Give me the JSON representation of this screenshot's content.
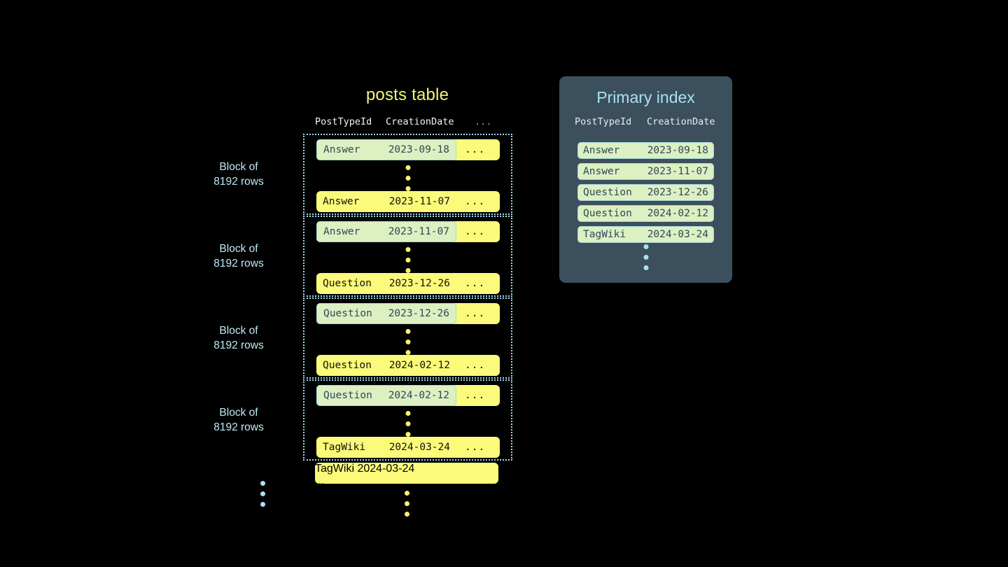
{
  "posts_table": {
    "title": "posts table",
    "columns": {
      "type": "PostTypeId",
      "date": "CreationDate",
      "rest": "..."
    },
    "block_label": "Block of\n8192 rows",
    "row_rest": "...",
    "blocks": [
      {
        "label": "Block of\n8192 rows",
        "first_row": {
          "type": "Answer",
          "date": "2023-09-18",
          "rest": "...",
          "highlighted": true
        },
        "last_row": {
          "type": "Answer",
          "date": "2023-11-07",
          "rest": "...",
          "highlighted": false
        }
      },
      {
        "label": "Block of\n8192 rows",
        "first_row": {
          "type": "Answer",
          "date": "2023-11-07",
          "rest": "...",
          "highlighted": true
        },
        "last_row": {
          "type": "Question",
          "date": "2023-12-26",
          "rest": "...",
          "highlighted": false
        }
      },
      {
        "label": "Block of\n8192 rows",
        "first_row": {
          "type": "Question",
          "date": "2023-12-26",
          "rest": "...",
          "highlighted": true
        },
        "last_row": {
          "type": "Question",
          "date": "2024-02-12",
          "rest": "...",
          "highlighted": false
        }
      },
      {
        "label": "Block of\n8192 rows",
        "first_row": {
          "type": "Question",
          "date": "2024-02-12",
          "rest": "...",
          "highlighted": true
        },
        "last_row": {
          "type": "TagWiki",
          "date": "2024-03-24",
          "rest": "...",
          "highlighted": false
        }
      }
    ],
    "tail_row": {
      "type": "TagWiki",
      "date": "2024-03-24",
      "rest": "...",
      "highlighted": true
    }
  },
  "primary_index": {
    "title": "Primary index",
    "columns": {
      "type": "PostTypeId",
      "date": "CreationDate"
    },
    "rows": [
      {
        "type": "Answer",
        "date": "2023-09-18"
      },
      {
        "type": "Answer",
        "date": "2023-11-07"
      },
      {
        "type": "Question",
        "date": "2023-12-26"
      },
      {
        "type": "Question",
        "date": "2024-02-12"
      },
      {
        "type": "TagWiki",
        "date": "2024-03-24"
      }
    ]
  },
  "colors": {
    "background": "#000000",
    "row_yellow": "#fbfa7a",
    "highlight_green": "#dcf0c2",
    "highlight_border": "#a5d6da",
    "panel_slate": "#3c4f5c",
    "accent_blue": "#a9e1f5",
    "title_yellow": "#f2f57a"
  }
}
